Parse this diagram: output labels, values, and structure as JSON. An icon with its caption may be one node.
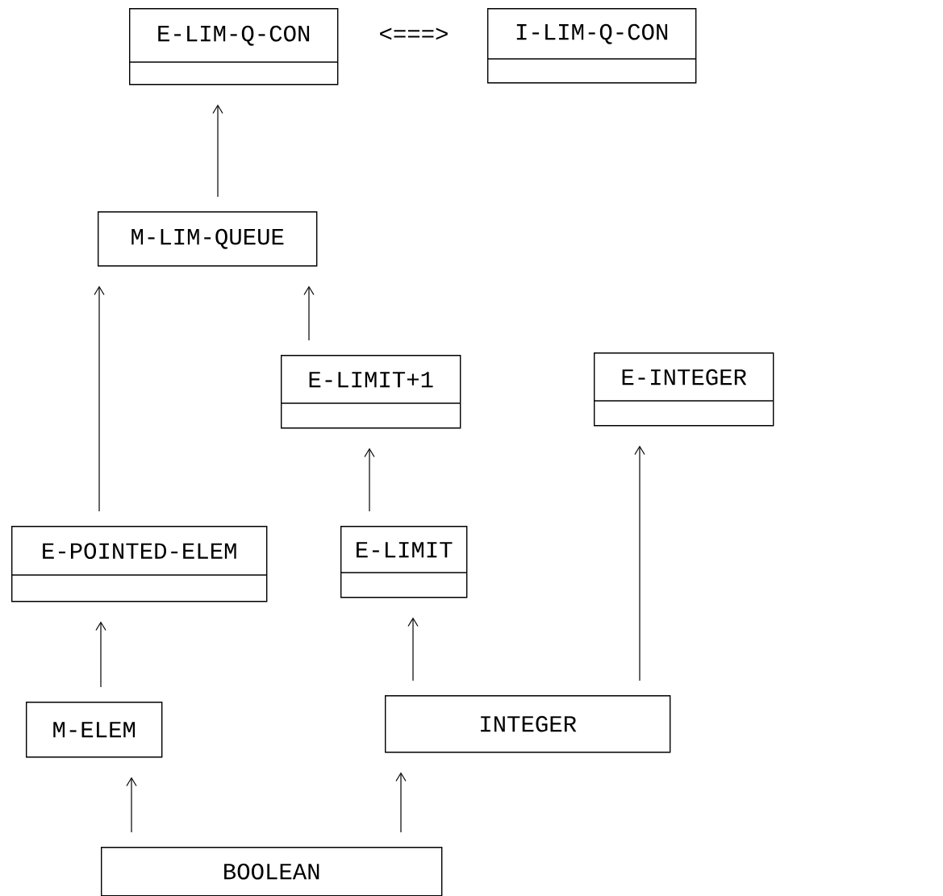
{
  "diagram": {
    "nodes": [
      {
        "text": [
          "E-LIM-Q-CON"
        ]
      },
      {
        "text": [
          "I-LIM-Q-CON"
        ]
      },
      {
        "text": [
          "M-LIM-QUEUE"
        ]
      },
      {
        "text": [
          "E-LIMIT+1"
        ]
      },
      {
        "text": [
          "E-INTEGER"
        ]
      },
      {
        "text": [
          "E-POINTED-ELEM"
        ]
      },
      {
        "text": [
          "E-LIMIT"
        ]
      },
      {
        "text": [
          "M-ELEM"
        ]
      },
      {
        "text": [
          "INTEGER"
        ]
      },
      {
        "text": [
          "BOOLEAN"
        ]
      }
    ],
    "edges": [
      {
        "from": 2,
        "to": 0,
        "arrow": "to"
      },
      {
        "from": 5,
        "to": 2,
        "arrow": "to"
      },
      {
        "from": 3,
        "to": 2,
        "arrow": "to"
      },
      {
        "from": 6,
        "to": 3,
        "arrow": "to"
      },
      {
        "from": 8,
        "to": 4,
        "arrow": "to"
      },
      {
        "from": 7,
        "to": 5,
        "arrow": "to"
      },
      {
        "from": 8,
        "to": 6,
        "arrow": "to"
      },
      {
        "from": 9,
        "to": 7,
        "arrow": "to"
      },
      {
        "from": 9,
        "to": 8,
        "arrow": "to"
      }
    ],
    "labels": [
      "<===>"
    ]
  }
}
